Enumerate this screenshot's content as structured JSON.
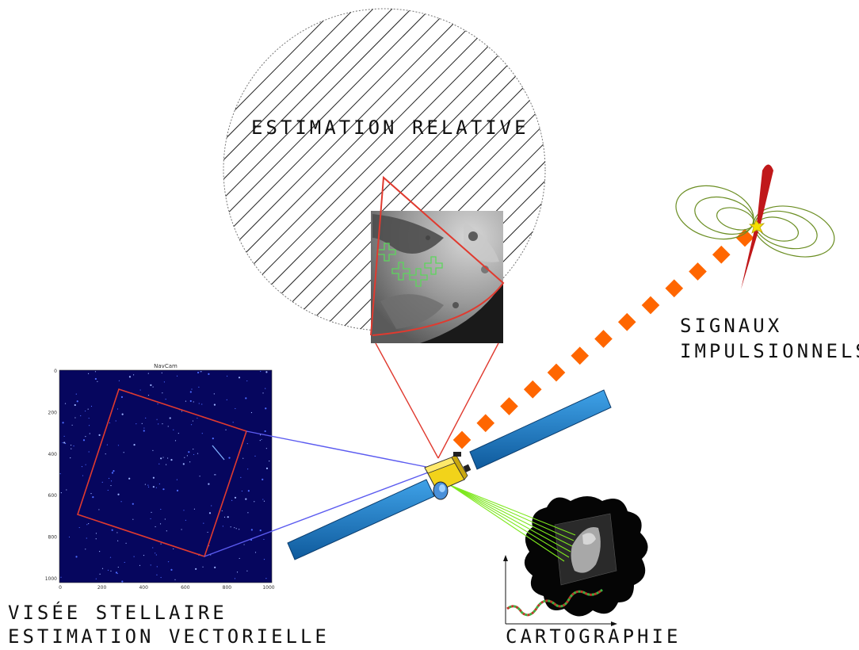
{
  "labels": {
    "relative": "ESTIMATION RELATIVE",
    "signaux_line1": "SIGNAUX",
    "signaux_line2": "IMPULSIONNELS",
    "visee_line1": "VISÉE STELLAIRE",
    "visee_line2": "ESTIMATION VECTORIELLE",
    "carto": "CARTOGRAPHIE"
  },
  "navcam": {
    "title": "NavCam",
    "y_ticks": [
      "0",
      "200",
      "400",
      "600",
      "800",
      "1000"
    ],
    "x_ticks": [
      "0",
      "200",
      "400",
      "600",
      "800",
      "1000"
    ]
  },
  "colors": {
    "red": "#e03a2f",
    "blue_line": "#5b5bf0",
    "orange": "#ff6600",
    "panel": "#1f6fb2",
    "green": "#5a8a1a",
    "sky": "#06065e"
  }
}
